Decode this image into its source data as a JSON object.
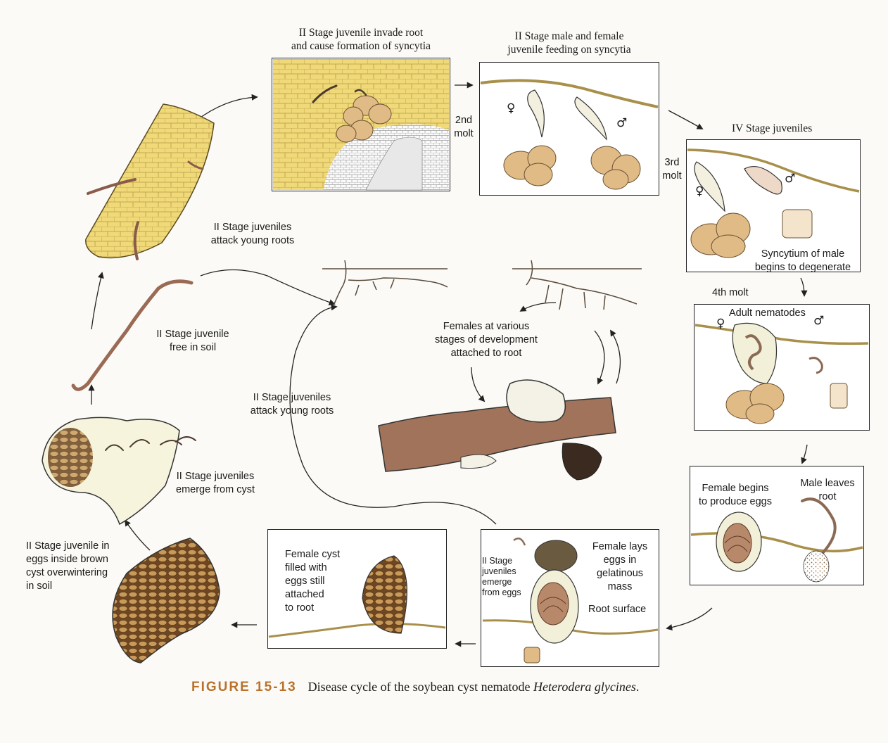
{
  "labels": {
    "invade_root": "II Stage juvenile invade root\nand cause formation of syncytia",
    "feeding": "II Stage male and female\njuvenile feeding on syncytia",
    "second_molt": "2nd\nmolt",
    "third_molt": "3rd\nmolt",
    "iv_stage": "IV Stage juveniles",
    "syncytium_male": "Syncytium of male\nbegins to degenerate",
    "fourth_molt": "4th molt",
    "adult": "Adult nematodes",
    "female_begins": "Female begins\nto produce eggs",
    "male_leaves": "Male leaves\nroot",
    "female_lays": "Female lays\neggs in\ngelatinous\nmass",
    "root_surface": "Root surface",
    "emerge_from_eggs": "II Stage\njuveniles\nemerge\nfrom eggs",
    "female_cyst": "Female cyst\nfilled with\neggs still\nattached\nto root",
    "overwintering": "II Stage juvenile in\neggs inside brown\ncyst overwintering\nin soil",
    "emerge_from_cyst": "II Stage juveniles\nemerge from cyst",
    "free_in_soil": "II Stage juvenile\nfree in soil",
    "attack_young_roots_top": "II Stage juveniles\nattack young roots",
    "attack_young_roots_mid": "II Stage juveniles\nattack young roots",
    "females_various": "Females at various\nstages of development\nattached to root"
  },
  "symbols": {
    "female": "♀",
    "male": "♂"
  },
  "caption": {
    "figure": "FIGURE 15-13",
    "text": "Disease cycle of the soybean cyst nematode ",
    "species": "Heterodera glycines",
    "end": "."
  },
  "colors": {
    "syncytia": "#e0bb86",
    "root": "#e6c468",
    "cyst": "#8a5a2c",
    "worm": "#9a6a55",
    "figure_label": "#b8722c"
  }
}
